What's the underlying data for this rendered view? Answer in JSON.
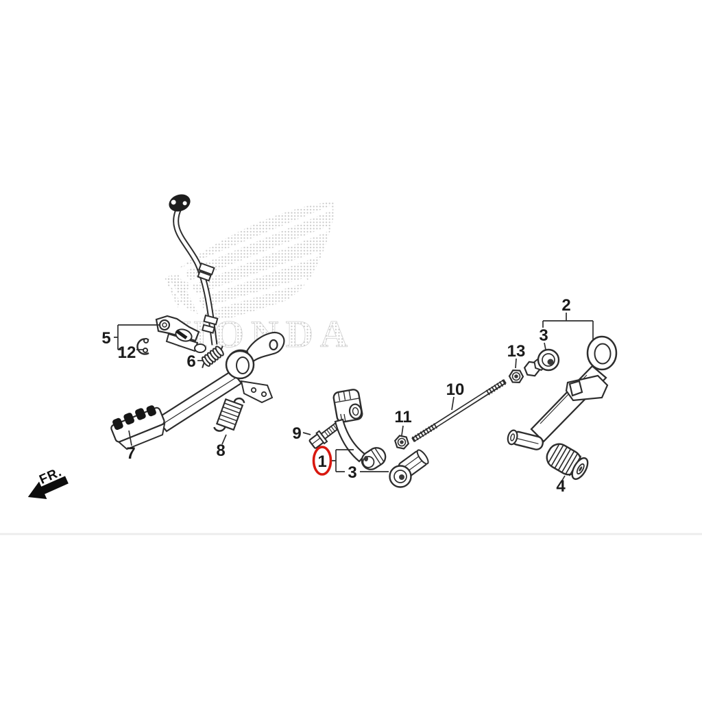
{
  "diagram": {
    "watermark_text": "HONDA",
    "direction_label": "FR.",
    "highlighted_part": "1",
    "colors": {
      "line": "#2d2d2d",
      "highlight": "#d8180f",
      "watermark_dots": "#c9c9c9",
      "separator": "#ececec",
      "label_text": "#1b1b1b"
    },
    "callouts": {
      "c1": "1",
      "c2": "2",
      "c3_center": "3",
      "c3_right": "3",
      "c4": "4",
      "c5": "5",
      "c6": "6",
      "c7": "7",
      "c8": "8",
      "c9": "9",
      "c10": "10",
      "c11": "11",
      "c12": "12",
      "c13": "13"
    }
  }
}
